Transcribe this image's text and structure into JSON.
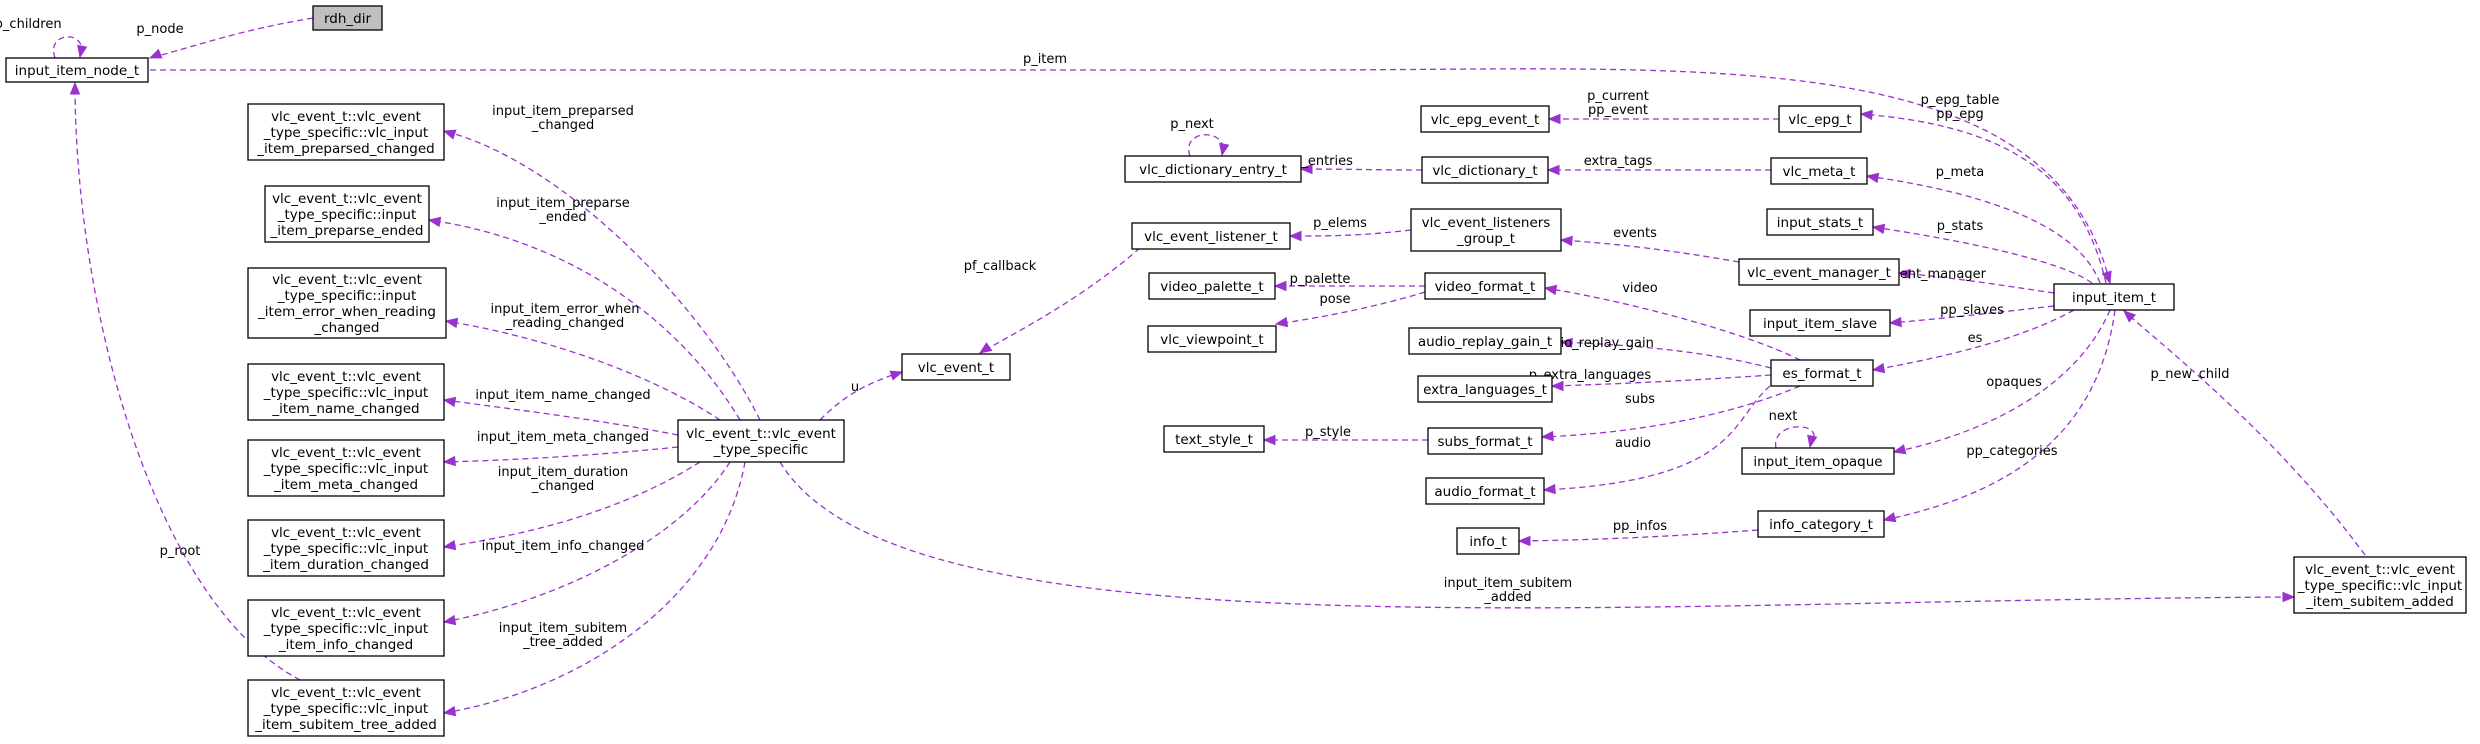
{
  "colors": {
    "edge": "#9a32cd",
    "node_border": "#000000",
    "node_fill": "#ffffff",
    "highlight_fill": "#bfbfbf"
  },
  "nodes": {
    "rdh_dir": {
      "lines": [
        "rdh_dir"
      ]
    },
    "input_item_node_t": {
      "lines": [
        "input_item_node_t"
      ]
    },
    "input_item_t": {
      "lines": [
        "input_item_t"
      ]
    },
    "vlc_event_type_specific": {
      "lines": [
        "vlc_event_t::vlc_event",
        "_type_specific"
      ]
    },
    "vlc_event_t": {
      "lines": [
        "vlc_event_t"
      ]
    },
    "vlc_event_listener_t": {
      "lines": [
        "vlc_event_listener_t"
      ]
    },
    "vlc_event_listeners_group_t": {
      "lines": [
        "vlc_event_listeners",
        "_group_t"
      ]
    },
    "vlc_event_manager_t": {
      "lines": [
        "vlc_event_manager_t"
      ]
    },
    "vlc_dictionary_entry_t": {
      "lines": [
        "vlc_dictionary_entry_t"
      ]
    },
    "vlc_dictionary_t": {
      "lines": [
        "vlc_dictionary_t"
      ]
    },
    "vlc_meta_t": {
      "lines": [
        "vlc_meta_t"
      ]
    },
    "vlc_epg_event_t": {
      "lines": [
        "vlc_epg_event_t"
      ]
    },
    "vlc_epg_t": {
      "lines": [
        "vlc_epg_t"
      ]
    },
    "input_stats_t": {
      "lines": [
        "input_stats_t"
      ]
    },
    "video_palette_t": {
      "lines": [
        "video_palette_t"
      ]
    },
    "vlc_viewpoint_t": {
      "lines": [
        "vlc_viewpoint_t"
      ]
    },
    "video_format_t": {
      "lines": [
        "video_format_t"
      ]
    },
    "audio_replay_gain_t": {
      "lines": [
        "audio_replay_gain_t"
      ]
    },
    "extra_languages_t": {
      "lines": [
        "extra_languages_t"
      ]
    },
    "text_style_t": {
      "lines": [
        "text_style_t"
      ]
    },
    "subs_format_t": {
      "lines": [
        "subs_format_t"
      ]
    },
    "audio_format_t": {
      "lines": [
        "audio_format_t"
      ]
    },
    "es_format_t": {
      "lines": [
        "es_format_t"
      ]
    },
    "input_item_slave": {
      "lines": [
        "input_item_slave"
      ]
    },
    "input_item_opaque": {
      "lines": [
        "input_item_opaque"
      ]
    },
    "info_t": {
      "lines": [
        "info_t"
      ]
    },
    "info_category_t": {
      "lines": [
        "info_category_t"
      ]
    },
    "ev_preparsed_changed": {
      "lines": [
        "vlc_event_t::vlc_event",
        "_type_specific::vlc_input",
        "_item_preparsed_changed"
      ]
    },
    "ev_preparse_ended": {
      "lines": [
        "vlc_event_t::vlc_event",
        "_type_specific::input",
        "_item_preparse_ended"
      ]
    },
    "ev_error_when_reading": {
      "lines": [
        "vlc_event_t::vlc_event",
        "_type_specific::input",
        "_item_error_when_reading",
        "_changed"
      ]
    },
    "ev_name_changed": {
      "lines": [
        "vlc_event_t::vlc_event",
        "_type_specific::vlc_input",
        "_item_name_changed"
      ]
    },
    "ev_meta_changed": {
      "lines": [
        "vlc_event_t::vlc_event",
        "_type_specific::vlc_input",
        "_item_meta_changed"
      ]
    },
    "ev_duration_changed": {
      "lines": [
        "vlc_event_t::vlc_event",
        "_type_specific::vlc_input",
        "_item_duration_changed"
      ]
    },
    "ev_info_changed": {
      "lines": [
        "vlc_event_t::vlc_event",
        "_type_specific::vlc_input",
        "_item_info_changed"
      ]
    },
    "ev_subitem_tree_added": {
      "lines": [
        "vlc_event_t::vlc_event",
        "_type_specific::vlc_input",
        "_item_subitem_tree_added"
      ]
    },
    "ev_subitem_added": {
      "lines": [
        "vlc_event_t::vlc_event",
        "_type_specific::vlc_input",
        "_item_subitem_added"
      ]
    }
  },
  "edges": {
    "rdh_dir_p_node": {
      "lines": [
        "p_node"
      ]
    },
    "node_pp_children": {
      "lines": [
        "pp_children"
      ]
    },
    "item_p_item": {
      "lines": [
        "p_item"
      ]
    },
    "tree_p_root": {
      "lines": [
        "p_root"
      ]
    },
    "subitem_p_new_child": {
      "lines": [
        "p_new_child"
      ]
    },
    "spec_u": {
      "lines": [
        "u"
      ]
    },
    "listener_pf_callback": {
      "lines": [
        "pf_callback"
      ]
    },
    "group_p_elems": {
      "lines": [
        "p_elems"
      ]
    },
    "manager_events": {
      "lines": [
        "events"
      ]
    },
    "item_event_manager": {
      "lines": [
        "event_manager"
      ]
    },
    "dictentry_p_next": {
      "lines": [
        "p_next"
      ]
    },
    "dict_p_entries": {
      "lines": [
        "p_entries"
      ]
    },
    "meta_extra_tags": {
      "lines": [
        "extra_tags"
      ]
    },
    "item_p_meta": {
      "lines": [
        "p_meta"
      ]
    },
    "epg_p_current": {
      "lines": [
        "p_current",
        "pp_event"
      ]
    },
    "item_p_epg_table": {
      "lines": [
        "p_epg_table",
        "pp_epg"
      ]
    },
    "item_p_stats": {
      "lines": [
        "p_stats"
      ]
    },
    "video_p_palette": {
      "lines": [
        "p_palette"
      ]
    },
    "video_pose": {
      "lines": [
        "pose"
      ]
    },
    "es_video": {
      "lines": [
        "video"
      ]
    },
    "es_audio_replay_gain": {
      "lines": [
        "audio_replay_gain"
      ]
    },
    "es_p_extra_languages": {
      "lines": [
        "p_extra_languages"
      ]
    },
    "subs_p_style": {
      "lines": [
        "p_style"
      ]
    },
    "es_subs": {
      "lines": [
        "subs"
      ]
    },
    "es_audio": {
      "lines": [
        "audio"
      ]
    },
    "item_es": {
      "lines": [
        "es"
      ]
    },
    "item_pp_slaves": {
      "lines": [
        "pp_slaves"
      ]
    },
    "opaque_next": {
      "lines": [
        "next"
      ]
    },
    "item_opaques": {
      "lines": [
        "opaques"
      ]
    },
    "category_pp_infos": {
      "lines": [
        "pp_infos"
      ]
    },
    "item_pp_categories": {
      "lines": [
        "pp_categories"
      ]
    },
    "spec_preparsed_changed": {
      "lines": [
        "input_item_preparsed",
        "_changed"
      ]
    },
    "spec_preparse_ended": {
      "lines": [
        "input_item_preparse",
        "_ended"
      ]
    },
    "spec_error_when_reading": {
      "lines": [
        "input_item_error_when",
        "_reading_changed"
      ]
    },
    "spec_name_changed": {
      "lines": [
        "input_item_name_changed"
      ]
    },
    "spec_meta_changed": {
      "lines": [
        "input_item_meta_changed"
      ]
    },
    "spec_duration_changed": {
      "lines": [
        "input_item_duration",
        "_changed"
      ]
    },
    "spec_info_changed": {
      "lines": [
        "input_item_info_changed"
      ]
    },
    "spec_subitem_tree_added": {
      "lines": [
        "input_item_subitem",
        "_tree_added"
      ]
    },
    "spec_subitem_added": {
      "lines": [
        "input_item_subitem",
        "_added"
      ]
    }
  }
}
